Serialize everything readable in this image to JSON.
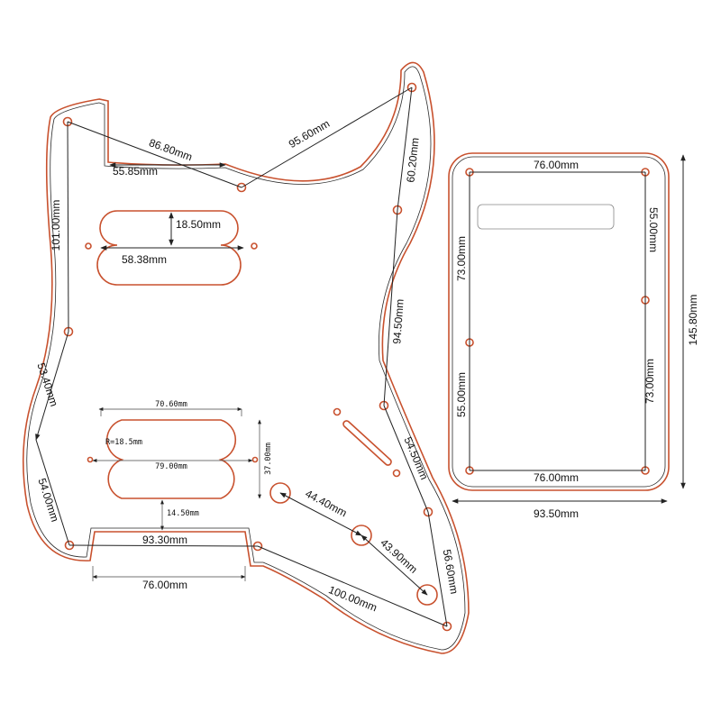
{
  "pickguard": {
    "dimensions": {
      "top_left_segment": "86.80mm",
      "top_notch": "55.85mm",
      "top_right_segment": "95.60mm",
      "horn_upper": "60.20mm",
      "horn_middle": "94.50mm",
      "horn_lower": "54.50mm",
      "right_lower": "56.60mm",
      "bottom_long": "100.00mm",
      "left_upper": "101.00mm",
      "left_middle": "53.40mm",
      "left_lower": "54.00mm",
      "neck_pickup_height": "18.50mm",
      "neck_pickup_width": "58.38mm",
      "bridge_outer_width": "70.60mm",
      "bridge_radius": "R=18.5mm",
      "bridge_screw_span": "79.00mm",
      "bridge_height": "37.00mm",
      "bridge_gap": "14.50mm",
      "bottom_cutout": "93.30mm",
      "bottom_cutout_width": "76.00mm",
      "knob_upper": "44.40mm",
      "knob_lower": "43.90mm"
    }
  },
  "back_plate": {
    "dimensions": {
      "top_width": "76.00mm",
      "bottom_width": "76.00mm",
      "left_height": "73.00mm",
      "left_lower": "55.00mm",
      "right_upper": "55.00mm",
      "right_lower": "73.00mm",
      "total_height": "145.80mm",
      "total_width": "93.50mm"
    }
  },
  "colors": {
    "outline": "#c8512e",
    "inner_line": "#2a2a2a",
    "dimension_line": "#222222"
  }
}
